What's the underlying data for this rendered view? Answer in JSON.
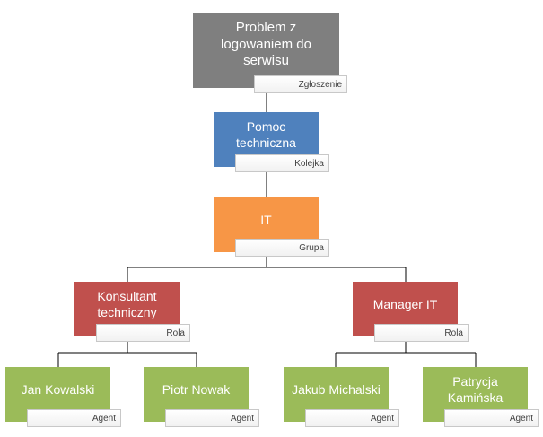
{
  "colors": {
    "ticket": "#7f7f7f",
    "queue": "#4f81bd",
    "group": "#f79646",
    "role": "#c0504d",
    "agent": "#9bbb59",
    "connector": "#000000"
  },
  "ticket": {
    "label": "Problem z logowaniem do serwisu",
    "tag": "Zgłoszenie"
  },
  "queue": {
    "label": "Pomoc techniczna",
    "tag": "Kolejka"
  },
  "group": {
    "label": "IT",
    "tag": "Grupa"
  },
  "roles": [
    {
      "label": "Konsultant techniczny",
      "tag": "Rola"
    },
    {
      "label": "Manager IT",
      "tag": "Rola"
    }
  ],
  "agents": [
    {
      "label": "Jan Kowalski",
      "tag": "Agent"
    },
    {
      "label": "Piotr Nowak",
      "tag": "Agent"
    },
    {
      "label": "Jakub Michalski",
      "tag": "Agent"
    },
    {
      "label": "Patrycja Kamińska",
      "tag": "Agent"
    }
  ]
}
